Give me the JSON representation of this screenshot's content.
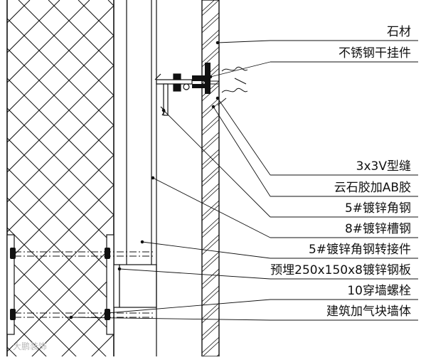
{
  "drawing": {
    "line_color": "#111111",
    "labels": [
      {
        "id": "stone",
        "text": "石材"
      },
      {
        "id": "hanger",
        "text": "不锈钢干挂件"
      },
      {
        "id": "joint",
        "text": "3x3V型缝"
      },
      {
        "id": "glue",
        "text": "云石胶加AB胶"
      },
      {
        "id": "angle",
        "text": "5#镀锌角钢"
      },
      {
        "id": "channel",
        "text": "8#镀锌槽钢"
      },
      {
        "id": "adapter",
        "text": "5#镀锌角钢转接件"
      },
      {
        "id": "plate",
        "text": "预埋250x150x8镀锌钢板"
      },
      {
        "id": "bolt",
        "text": "10穿墙螺栓"
      },
      {
        "id": "wall",
        "text": "建筑加气块墙体"
      }
    ],
    "watermark": "大鹏装饰"
  }
}
